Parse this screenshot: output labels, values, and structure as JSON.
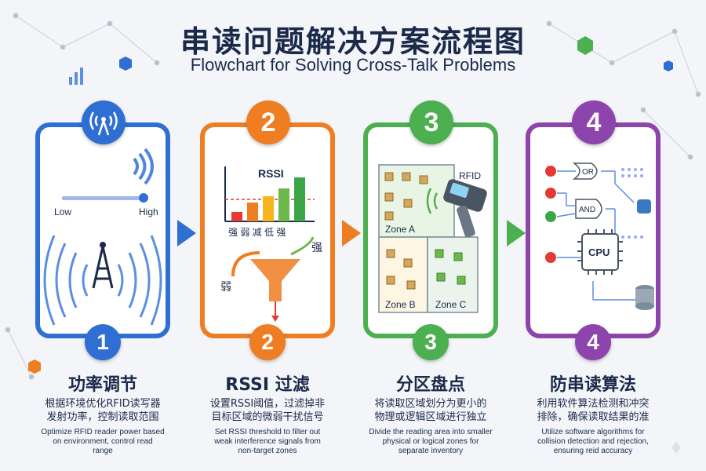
{
  "header": {
    "title": "串读问题解决方案流程图",
    "subtitle": "Flowchart for Solving Cross-Talk Problems"
  },
  "colors": {
    "step1": "#2f6fd3",
    "step2": "#ef7d22",
    "step3": "#4caf50",
    "step4": "#8e44ad"
  },
  "steps": [
    {
      "number": "1",
      "title": "功率调节",
      "desc_zh": "根据环境优化RFID读写器\n发射功率，控制读取范围",
      "desc_en": "Optimize RFID reader power based\non environment, control read\nrange",
      "labels": {
        "low": "Low",
        "high": "High"
      }
    },
    {
      "number": "2",
      "title": "RSSI 过滤",
      "desc_zh": "设置RSSI阈值，过滤掉非\n目标区域的微弱干扰信号",
      "desc_en": "Set RSSI threshold to filter out\nweak interference signals from\nnon-target zones",
      "labels": {
        "rssi": "RSSI",
        "bars": "强 弱 减 低 强",
        "strong": "强",
        "weak": "弱"
      }
    },
    {
      "number": "3",
      "title": "分区盘点",
      "desc_zh": "将读取区域划分为更小的\n物理或逻辑区域进行独立",
      "desc_en": "Divide the reading area into smaller\nphysical or logical zones for\nseparate inventory",
      "labels": {
        "rfid": "RFID",
        "zone_a": "Zone A",
        "zone_b": "Zone B",
        "zone_c": "Zone C"
      }
    },
    {
      "number": "4",
      "title": "防串读算法",
      "desc_zh": "利用软件算法检测和冲突\n排除，确保读取结果的准",
      "desc_en": "Utilize software algorithms for\ncollision detection and rejection,\nensuring reid accuracy",
      "labels": {
        "or": "OR",
        "and": "AND",
        "cpu": "CPU"
      }
    }
  ]
}
